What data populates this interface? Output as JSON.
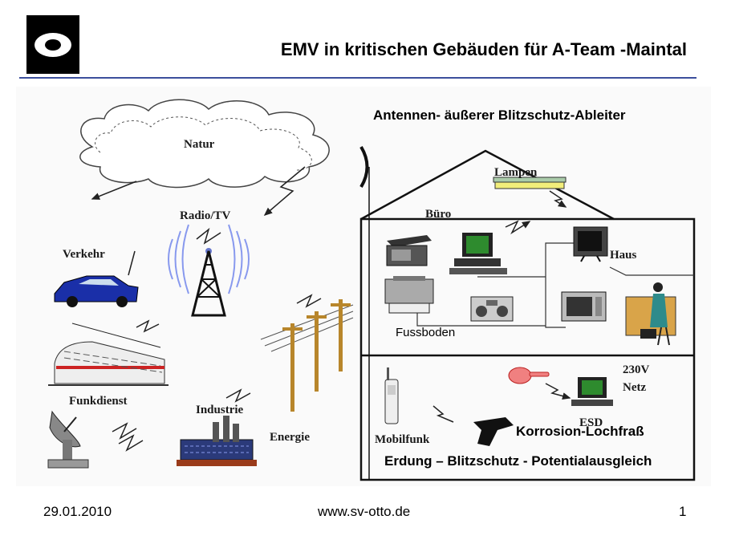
{
  "slide": {
    "title": "EMV in kritischen Gebäuden für A-Team -Maintal"
  },
  "diagram": {
    "labels": {
      "natur": "Natur",
      "radio_tv": "Radio/TV",
      "verkehr": "Verkehr",
      "funkdienst": "Funkdienst",
      "industrie": "Industrie",
      "energie": "Energie",
      "lampen": "Lampen",
      "buero": "Büro",
      "haus": "Haus",
      "fussboden": "Fussboden",
      "netz_line1": "230V",
      "netz_line2": "Netz",
      "esd": "ESD",
      "mobilfunk": "Mobilfunk"
    },
    "overlays": {
      "antennen": "Antennen- äußerer Blitzschutz-Ableiter",
      "korrosion": "Korrosion-Lochfraß",
      "erdung": "Erdung – Blitzschutz - Potentialausgleich"
    }
  },
  "footer": {
    "date": "29.01.2010",
    "website": "www.sv-otto.de",
    "page_number": "1"
  },
  "colors": {
    "rule": "#3c4f9c",
    "car": "#1a2fa8",
    "radio_waves": "#8899ee",
    "lamp": "#f2ee7a",
    "screen": "#2e8b2e",
    "poles": "#b8862b"
  }
}
